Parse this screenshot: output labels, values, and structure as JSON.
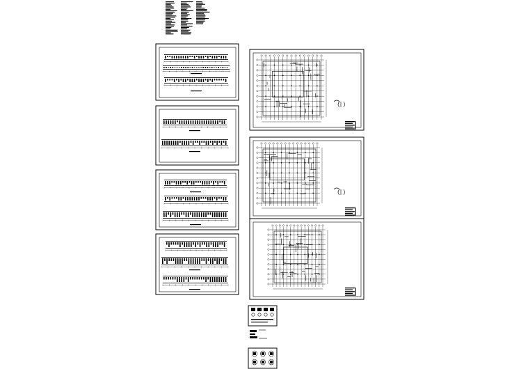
{
  "drawing_set": {
    "description_block": {},
    "elevation_sheets": [
      {
        "name": "elevation-sheet-1"
      },
      {
        "name": "elevation-sheet-2"
      },
      {
        "name": "elevation-sheet-3"
      },
      {
        "name": "elevation-sheet-4"
      }
    ],
    "plan_sheets": [
      {
        "name": "plan-sheet-1"
      },
      {
        "name": "plan-sheet-2"
      },
      {
        "name": "plan-sheet-3"
      }
    ],
    "detail_sheets": [
      {
        "name": "detail-sheet-1"
      },
      {
        "name": "detail-sheet-2"
      },
      {
        "name": "detail-sheet-3"
      }
    ]
  },
  "colors": {
    "background": "#ffffff",
    "ink": "#000000"
  }
}
